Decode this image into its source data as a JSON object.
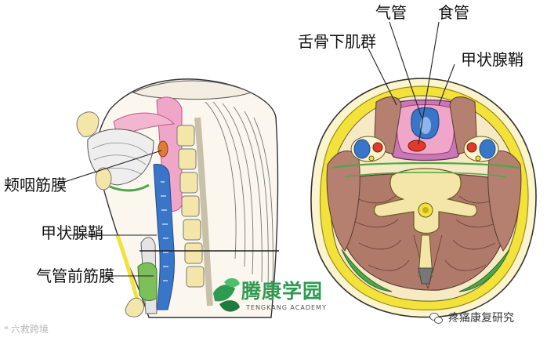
{
  "labels": {
    "trachea": "气管",
    "esophagus": "食管",
    "infrahyoid_muscles": "舌骨下肌群",
    "carotid_sheath_top": "甲状腺鞘",
    "buccopharyngeal_fascia": "颊咽筋膜",
    "carotid_sheath_left": "甲状腺鞘",
    "pretracheal_fascia": "气管前筋膜"
  },
  "logo": {
    "name_cn": "腾康学园",
    "name_en": "TENGKANG ACADEMY"
  },
  "watermarks": {
    "left": "六救跨境",
    "right": "疼痛康复研究"
  },
  "colors": {
    "fascia_yellow": "#f2e23a",
    "muscle_brown": "#b07a6a",
    "bone_cream": "#f4e6a8",
    "vessel_blue": "#3a76c8",
    "pink": "#f0a6c8",
    "logo_green": "#2f9a52"
  }
}
